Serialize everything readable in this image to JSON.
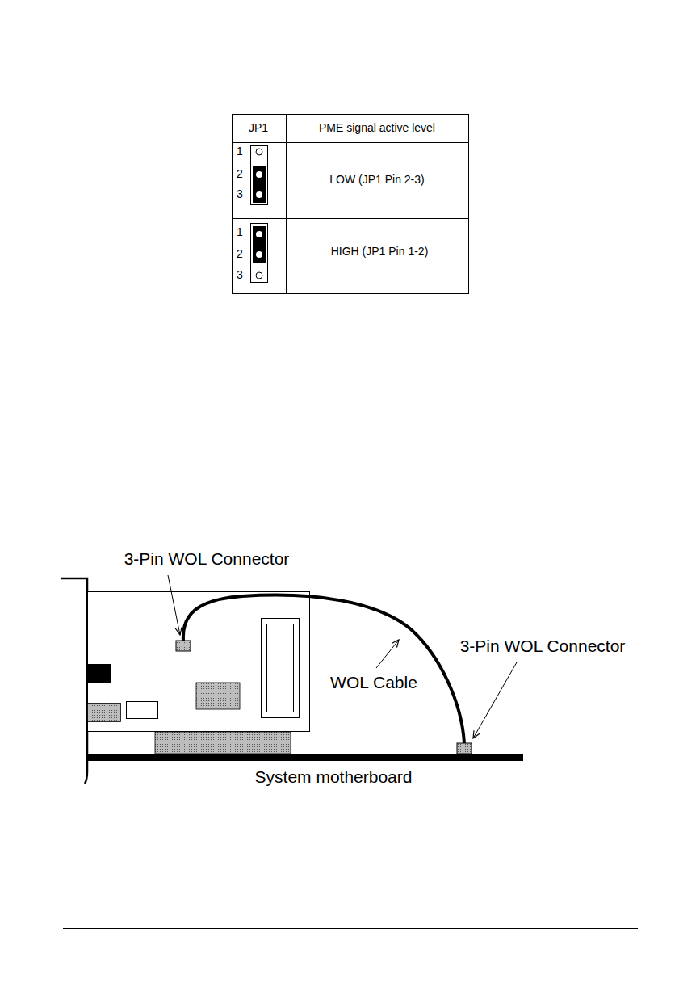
{
  "diagram": {
    "labels": [
      "JP1",
      "PME signal active level",
      "1",
      "2",
      "3",
      "LOW (JP1 Pin 2-3)",
      "1",
      "2",
      "3",
      "HIGH (JP1 Pin 1-2)",
      "3-Pin WOL Connector",
      "WOL Cable",
      "3-Pin WOL Connector",
      "System motherboard"
    ]
  }
}
